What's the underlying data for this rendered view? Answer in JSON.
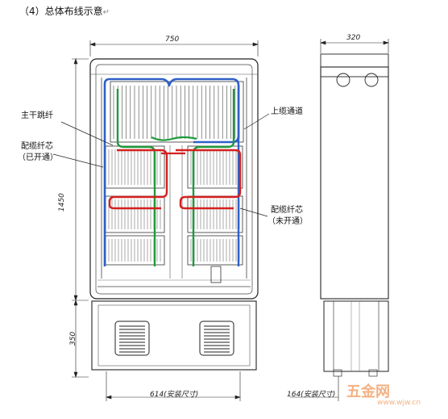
{
  "caption": "（4）总体布线示意",
  "caption_mark": "↵",
  "labels": {
    "main_jumper": "主干跳纤",
    "upper_cable_channel": "上缆通道",
    "dist_fiber_open_l1": "配缆纤芯",
    "dist_fiber_open_l2": "（已开通）",
    "dist_fiber_closed_l1": "配缆纤芯",
    "dist_fiber_closed_l2": "（未开通）"
  },
  "dimensions": {
    "front_width": "750",
    "side_width": "320",
    "cabinet_height": "1450",
    "base_height": "350",
    "base_mount_width": "614(安装尺寸)",
    "side_mount_width": "164(安装尺寸)"
  },
  "watermark": {
    "brand": "五金网",
    "url": "www.wjw.cn"
  },
  "colors": {
    "blue_route": "#2f5fc8",
    "green_route": "#1f9a3c",
    "red_route": "#d42020",
    "line": "#222222"
  }
}
